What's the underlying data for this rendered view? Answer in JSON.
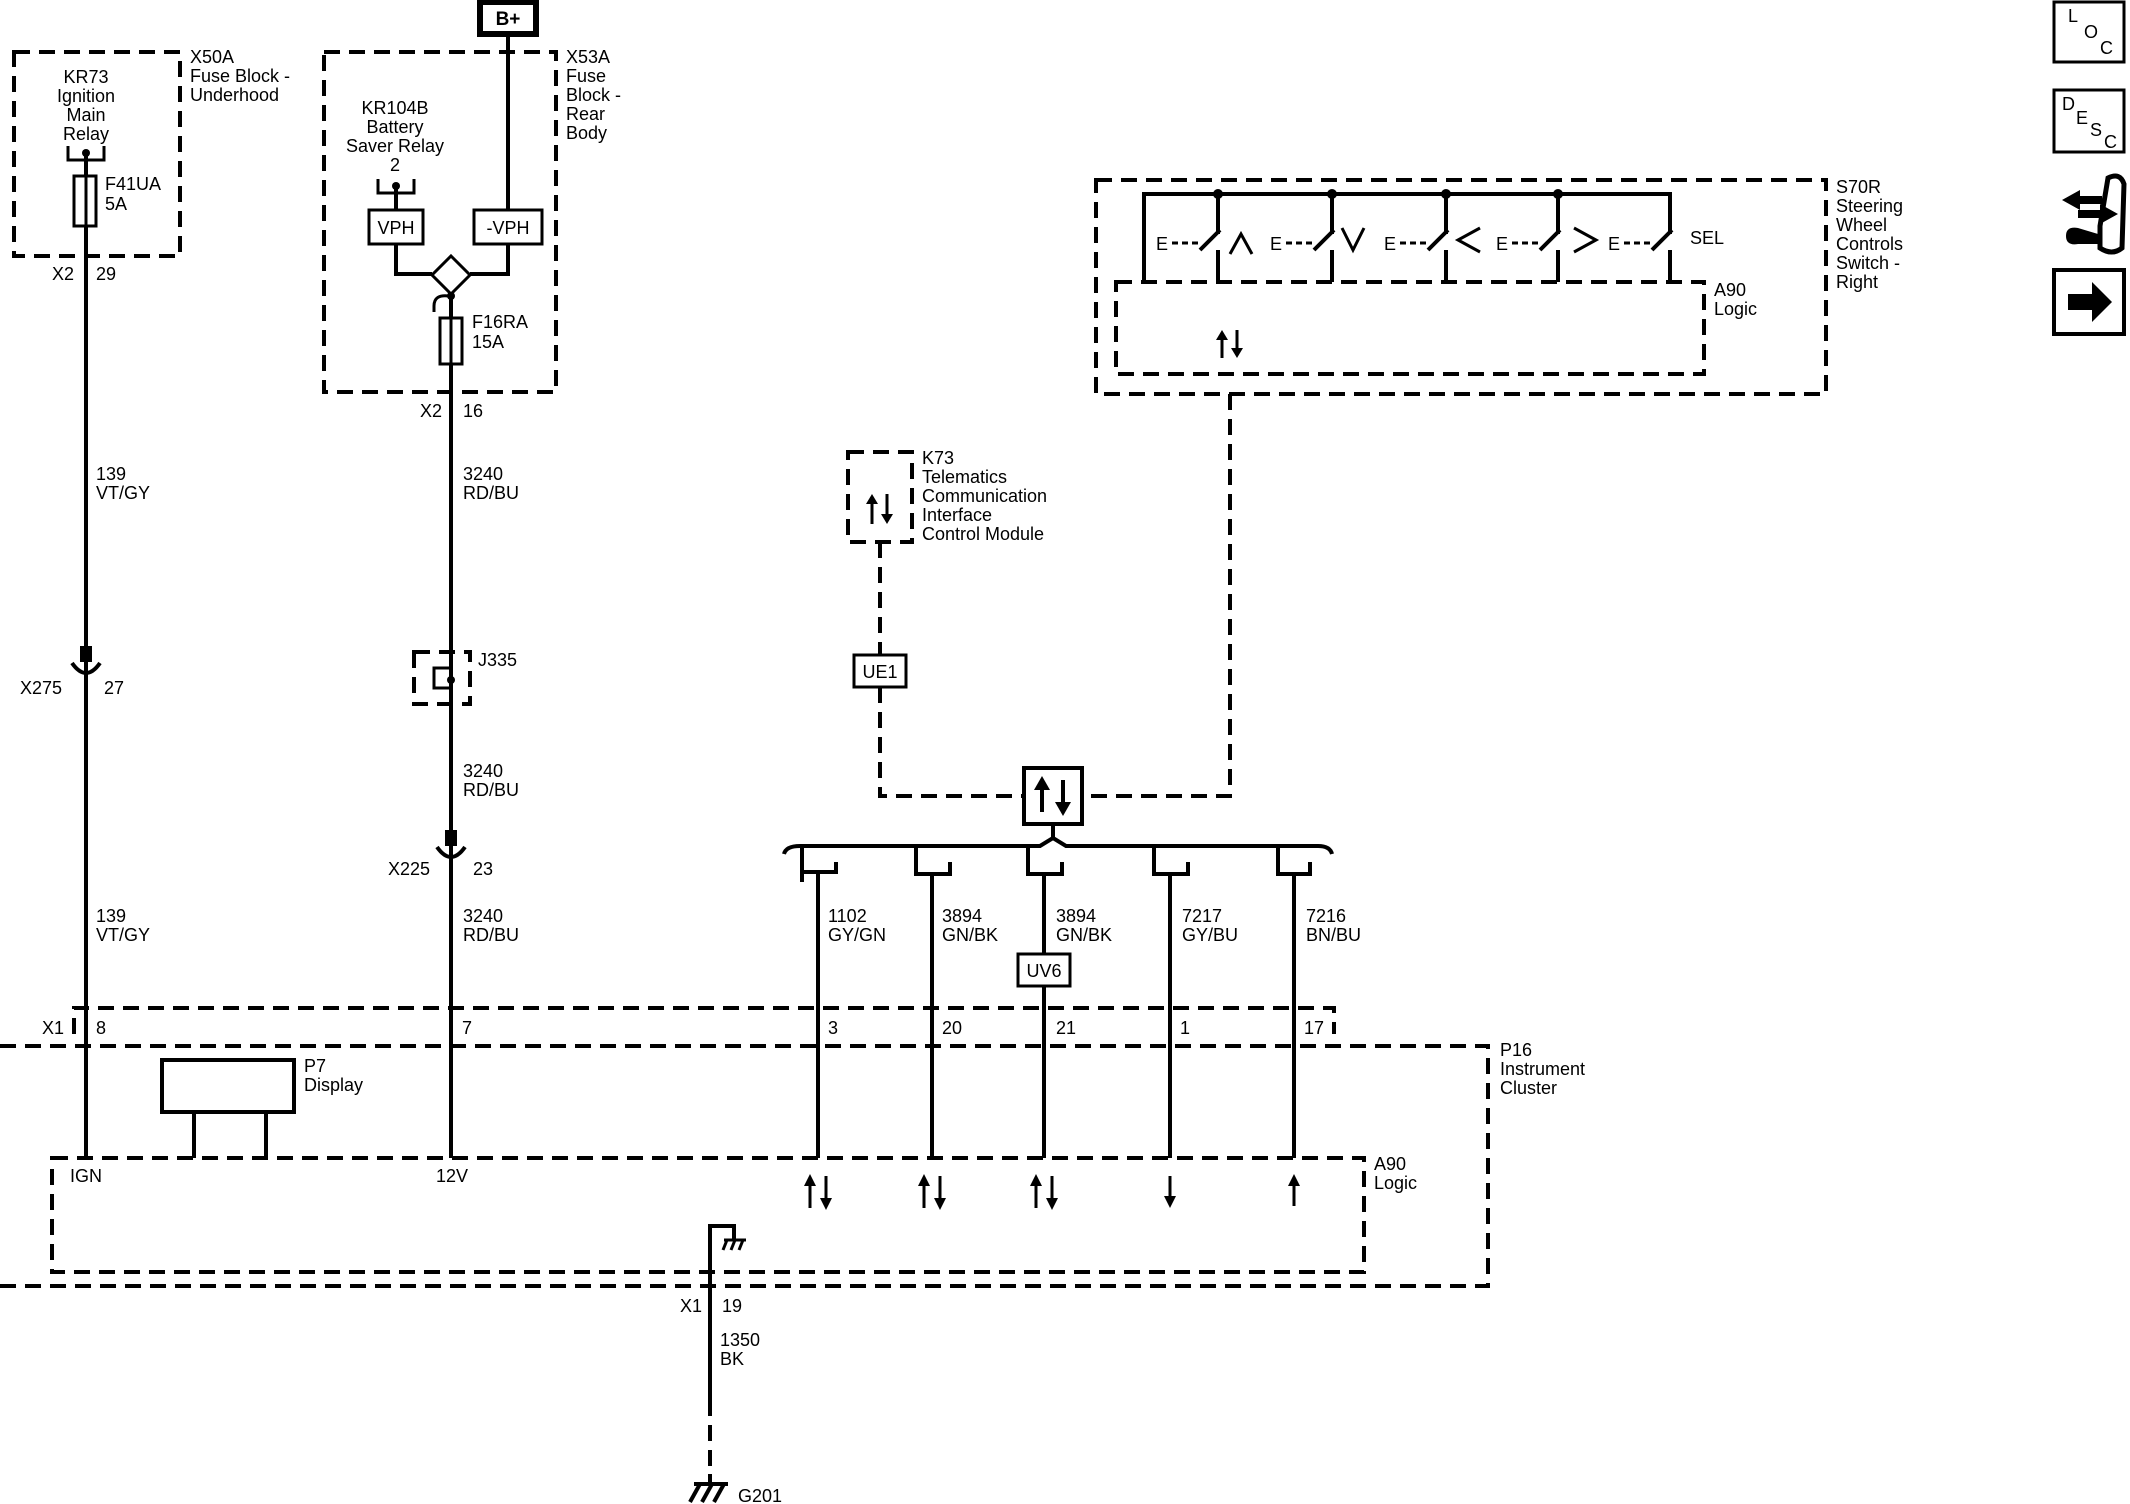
{
  "battery": {
    "label": "B+"
  },
  "fuse_block_underhood": {
    "ref": "X50A",
    "name": [
      "Fuse Block -",
      "Underhood"
    ],
    "relay": [
      "KR73",
      "Ignition",
      "Main",
      "Relay"
    ],
    "fuse": [
      "F41UA",
      "5A"
    ],
    "connector": "X2",
    "pin": "29"
  },
  "fuse_block_rear": {
    "ref": "X53A",
    "name": [
      "Fuse",
      "Block -",
      "Rear",
      "Body"
    ],
    "relay": [
      "KR104B",
      "Battery",
      "Saver Relay",
      "2"
    ],
    "vph_left": "VPH",
    "vph_right": "-VPH",
    "fuse": [
      "F16RA",
      "15A"
    ],
    "connector": "X2",
    "pin": "16"
  },
  "wires": {
    "w139_top": [
      "139",
      "VT/GY"
    ],
    "w139_bottom": [
      "139",
      "VT/GY"
    ],
    "w3240_a": [
      "3240",
      "RD/BU"
    ],
    "w3240_b": [
      "3240",
      "RD/BU"
    ],
    "w3240_c": [
      "3240",
      "RD/BU"
    ],
    "w1102": [
      "1102",
      "GY/GN"
    ],
    "w3894_a": [
      "3894",
      "GN/BK"
    ],
    "w3894_b": [
      "3894",
      "GN/BK"
    ],
    "w7217": [
      "7217",
      "GY/BU"
    ],
    "w7216": [
      "7216",
      "BN/BU"
    ],
    "w1350": [
      "1350",
      "BK"
    ]
  },
  "connectors": {
    "x275": {
      "ref": "X275",
      "pin": "27"
    },
    "x225": {
      "ref": "X225",
      "pin": "23"
    },
    "j335": "J335",
    "ue1": "UE1",
    "uv6": "UV6",
    "x1_top": {
      "ref": "X1",
      "pins": [
        "8",
        "7",
        "3",
        "20",
        "21",
        "1",
        "17"
      ]
    },
    "x1_bottom": {
      "ref": "X1",
      "pin": "19"
    }
  },
  "telematics_module": {
    "ref": "K73",
    "name": [
      "Telematics",
      "Communication",
      "Interface",
      "Control Module"
    ]
  },
  "steering_switch": {
    "ref": "S70R",
    "name": [
      "Steering",
      "Wheel",
      "Controls",
      "Switch -",
      "Right"
    ],
    "logic": [
      "A90",
      "Logic"
    ],
    "select_label": "SEL"
  },
  "instrument_cluster": {
    "ref": "P16",
    "name": [
      "Instrument",
      "Cluster"
    ],
    "display": [
      "P7",
      "Display"
    ],
    "logic": [
      "A90",
      "Logic"
    ],
    "ign_label": "IGN",
    "v12_label": "12V"
  },
  "ground": {
    "ref": "G201"
  },
  "nav_icons": {
    "loc": {
      "letters": [
        "L",
        "O",
        "C"
      ],
      "icon": "location-icon"
    },
    "desc": {
      "letters": [
        "D",
        "E",
        "S",
        "C"
      ],
      "icon": "description-icon"
    },
    "connector": {
      "icon": "connector-view-icon"
    },
    "next": {
      "icon": "next-arrow-icon"
    }
  }
}
